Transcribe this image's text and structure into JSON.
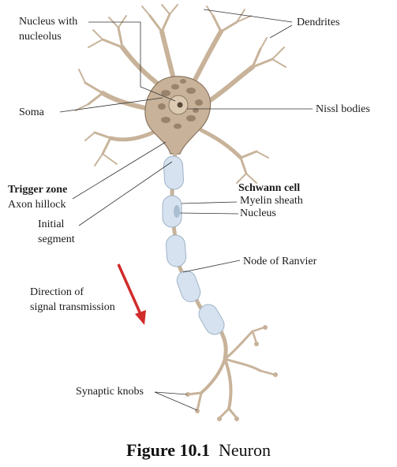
{
  "labels": {
    "nucleus_with": "Nucleus with",
    "nucleolus": "nucleolus",
    "dendrites": "Dendrites",
    "soma": "Soma",
    "nissl_bodies": "Nissl bodies",
    "trigger_zone": "Trigger zone",
    "axon_hillock": "Axon hillock",
    "initial": "Initial",
    "segment": "segment",
    "schwann_cell": "Schwann cell",
    "myelin_sheath": "Myelin sheath",
    "nucleus": "Nucleus",
    "node_of_ranvier": "Node of Ranvier",
    "direction_line1": "Direction of",
    "direction_line2": "signal transmission",
    "synaptic_knobs": "Synaptic knobs"
  },
  "caption": {
    "figure_number": "Figure 10.1",
    "title": "Neuron"
  },
  "colors": {
    "neuron_fill": "#c8b39a",
    "neuron_stroke": "#8a7560",
    "nissl": "#8a735d",
    "myelin_fill": "#d6e2ef",
    "myelin_stroke": "#9fb3c8",
    "arrow": "#d22b2b",
    "leader_line": "#333333"
  }
}
